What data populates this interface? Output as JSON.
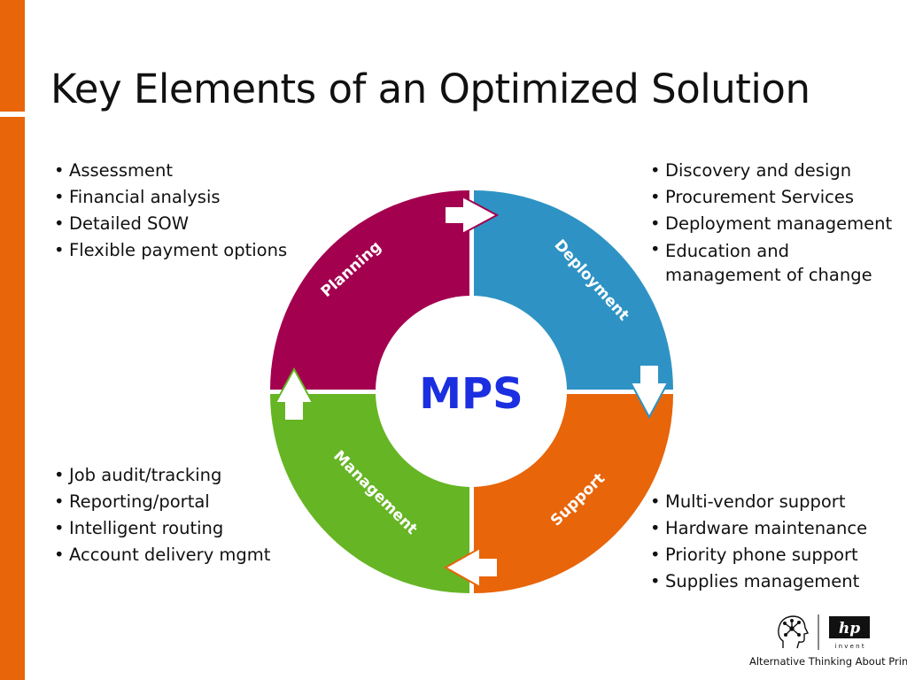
{
  "title": "Key Elements of an Optimized Solution",
  "center_label": "MPS",
  "segments": [
    {
      "id": "planning",
      "label": "Planning",
      "color": "#a3004f"
    },
    {
      "id": "deployment",
      "label": "Deployment",
      "color": "#2e93c4"
    },
    {
      "id": "support",
      "label": "Support",
      "color": "#e8650a"
    },
    {
      "id": "management",
      "label": "Management",
      "color": "#66b524"
    }
  ],
  "lists": {
    "planning": [
      "Assessment",
      "Financial analysis",
      "Detailed SOW",
      "Flexible payment options"
    ],
    "deployment": [
      "Discovery and design",
      "Procurement Services",
      "Deployment management",
      "Education and management of change"
    ],
    "management": [
      "Job audit/tracking",
      "Reporting/portal",
      "Intelligent routing",
      "Account delivery mgmt"
    ],
    "support": [
      "Multi-vendor support",
      "Hardware maintenance",
      "Priority phone support",
      "Supplies management"
    ]
  },
  "footer": {
    "tagline": "Alternative Thinking About Printing",
    "brand_mark": "hp",
    "brand_sub": "i n v e n t"
  },
  "colors": {
    "accent_bar": "#e8650a",
    "center_text": "#1c2fe0"
  }
}
